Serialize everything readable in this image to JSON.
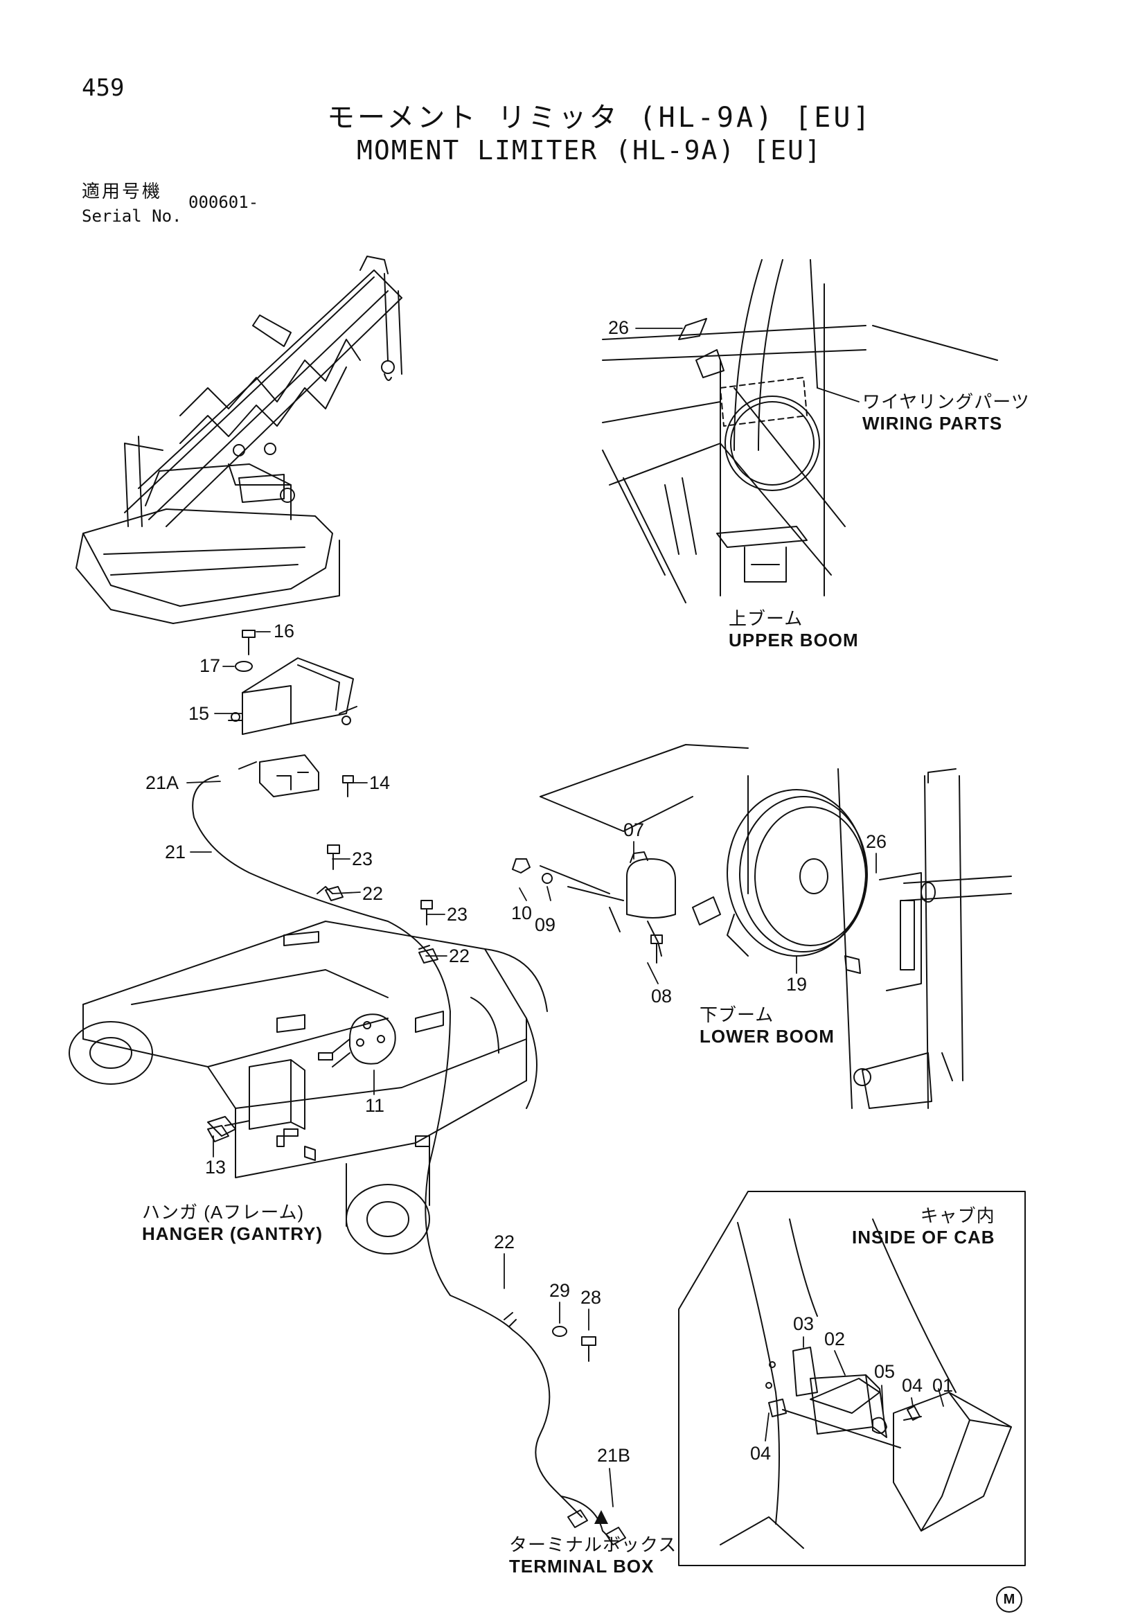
{
  "page_number": "459",
  "title_jp": "モーメント リミッタ (HL-9A) [EU]",
  "title_en": "MOMENT LIMITER (HL-9A) [EU]",
  "serial": {
    "label_jp": "適用号機",
    "label_en": "Serial No.",
    "value": "000601-"
  },
  "labels": {
    "wiring_parts": {
      "jp": "ワイヤリングパーツ",
      "en": "WIRING PARTS"
    },
    "upper_boom": {
      "jp": "上ブーム",
      "en": "UPPER BOOM"
    },
    "lower_boom": {
      "jp": "下ブーム",
      "en": "LOWER BOOM"
    },
    "hanger": {
      "jp": "ハンガ (Aフレーム)",
      "en": "HANGER (GANTRY)"
    },
    "inside_cab": {
      "jp": "キャブ内",
      "en": "INSIDE OF CAB"
    },
    "terminal_box": {
      "jp": "ターミナルボックス",
      "en": "TERMINAL BOX"
    }
  },
  "callouts": {
    "c26a": "26",
    "c16": "16",
    "c17": "17",
    "c15": "15",
    "c21a": "21A",
    "c14": "14",
    "c21": "21",
    "c23a": "23",
    "c22a": "22",
    "c23b": "23",
    "c22b": "22",
    "c07": "07",
    "c26b": "26",
    "c10": "10",
    "c09": "09",
    "c08": "08",
    "c19": "19",
    "c11": "11",
    "c13": "13",
    "c22c": "22",
    "c29": "29",
    "c28": "28",
    "c21b": "21B",
    "c03": "03",
    "c02": "02",
    "c05": "05",
    "c04a": "04",
    "c01": "01",
    "c04b": "04"
  },
  "mark": "M"
}
